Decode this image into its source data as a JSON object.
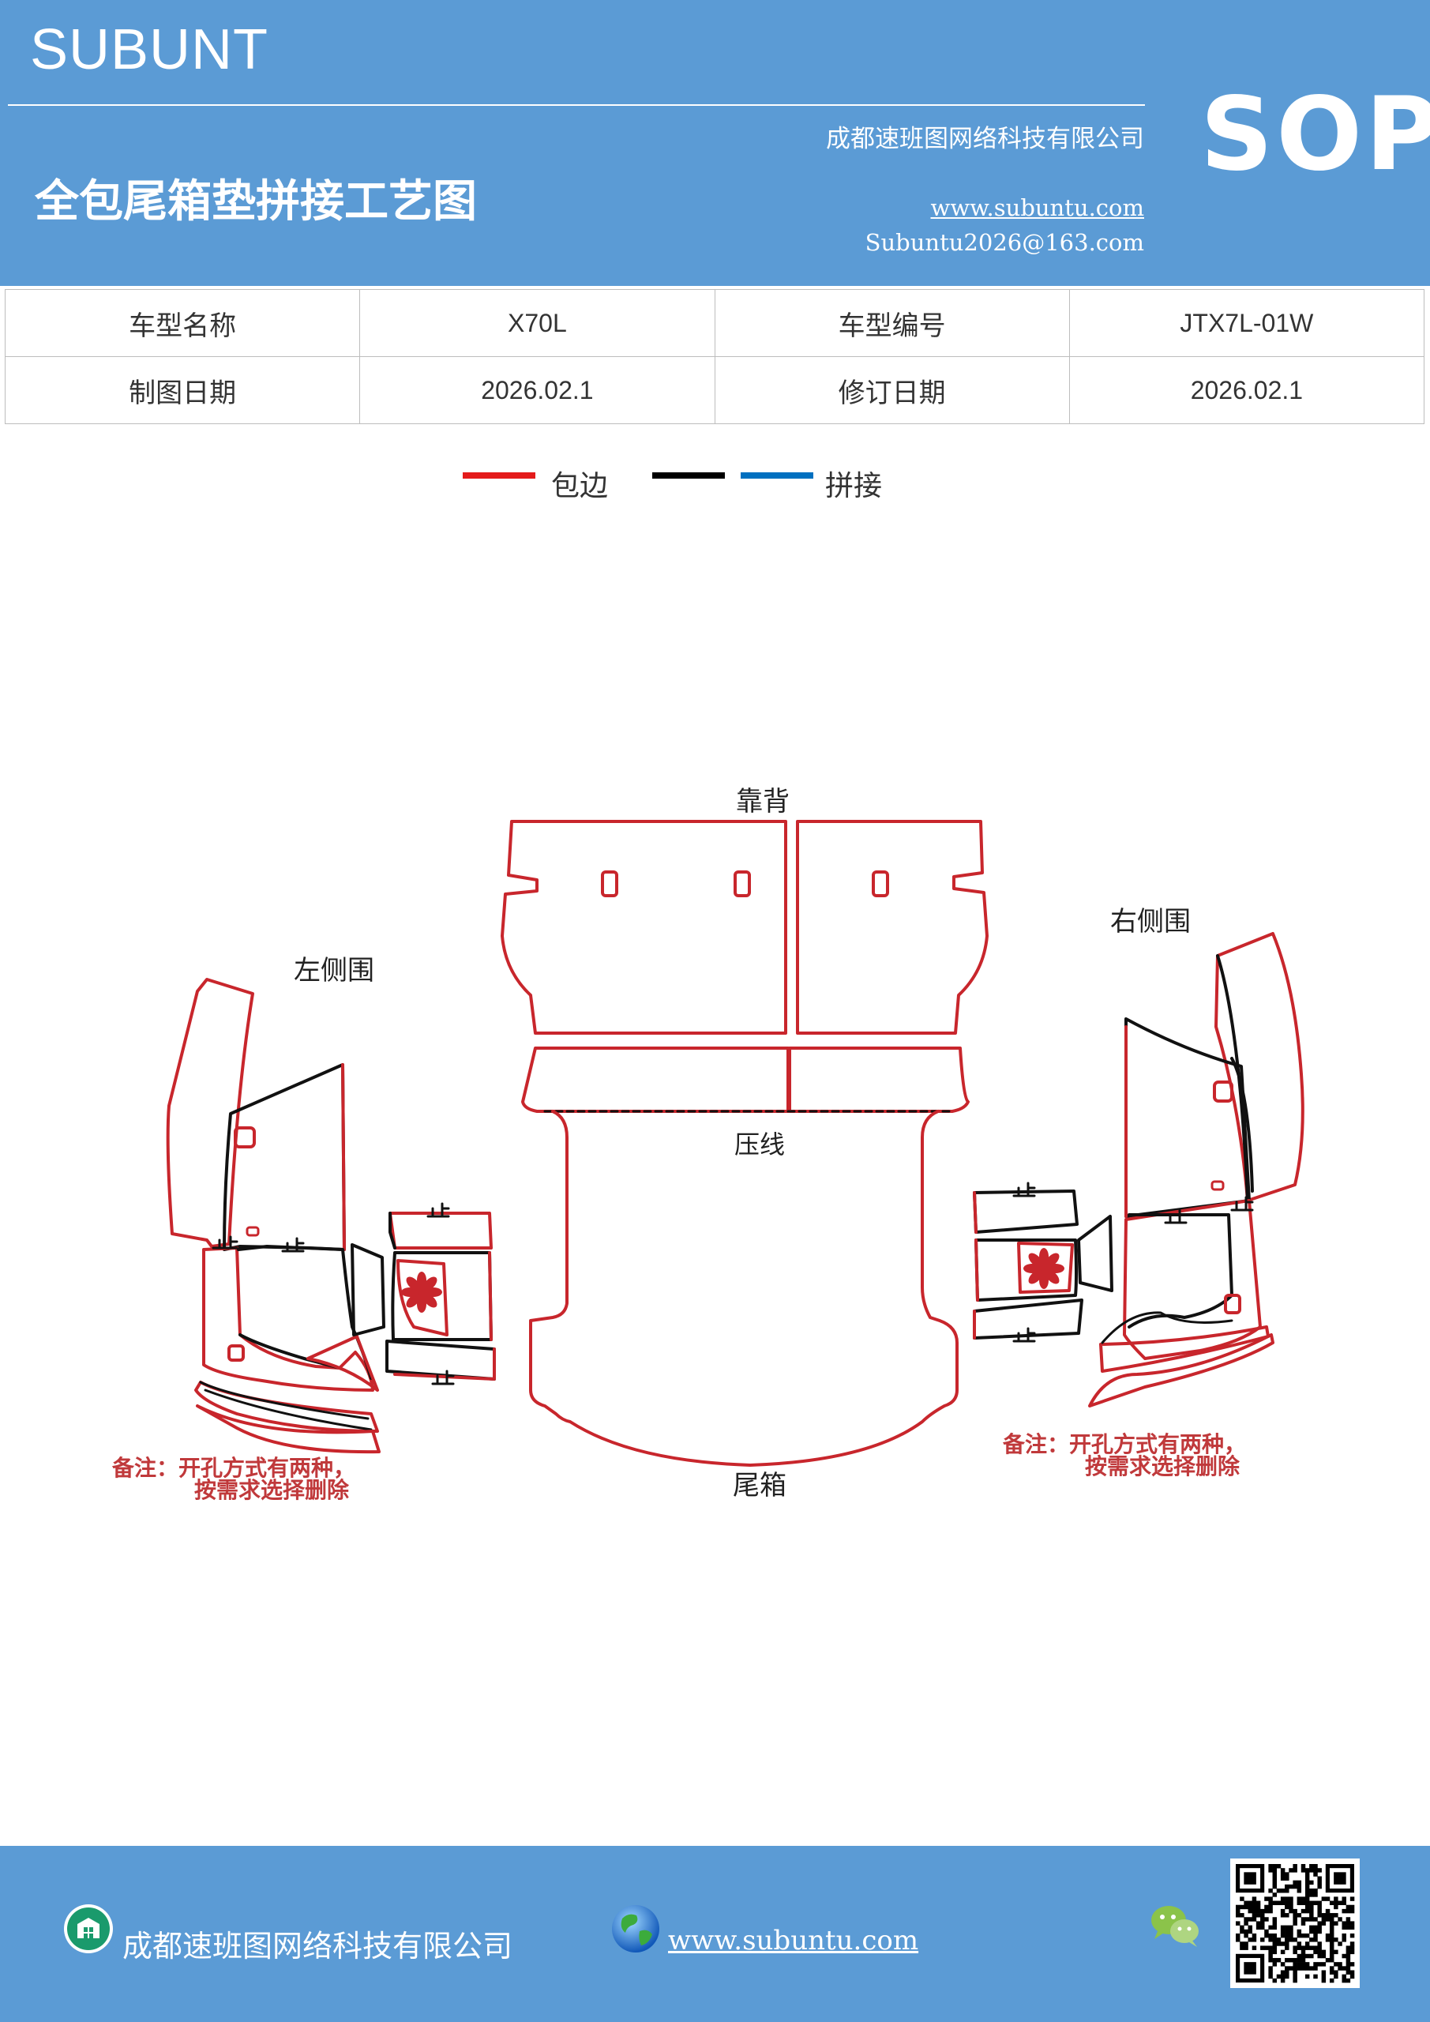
{
  "header": {
    "brand": "SUBUNT",
    "title": "全包尾箱垫拼接工艺图",
    "company": "成都速班图网络科技有限公司",
    "website": "www.subuntu.com",
    "email": "Subuntu2026@163.com",
    "badge": "SOP"
  },
  "info_table": {
    "rows": [
      {
        "label1": "车型名称",
        "value1": "X70L",
        "label2": "车型编号",
        "value2": "JTX7L-01W"
      },
      {
        "label1": "制图日期",
        "value1": "2026.02.1",
        "label2": "修订日期",
        "value2": "2026.02.1"
      }
    ]
  },
  "legend": {
    "items": [
      {
        "label": "包边",
        "color": "#e41b1b"
      },
      {
        "label": "",
        "color": "#000000"
      },
      {
        "label": "拼接",
        "color": "#0070c0"
      }
    ]
  },
  "diagram": {
    "labels": {
      "back": "靠背",
      "left_side": "左侧围",
      "right_side": "右侧围",
      "press_line": "压线",
      "trunk": "尾箱"
    },
    "note_left_line1": "备注：开孔方式有两种，",
    "note_left_line2": "按需求选择删除",
    "note_right_line1": "备注：开孔方式有两种，",
    "note_right_line2": "按需求选择删除",
    "colors": {
      "edge": "#c8262c",
      "seam": "#111111",
      "note": "#c0393b"
    }
  },
  "footer": {
    "company": "成都速班图网络科技有限公司",
    "website": "www.subuntu.com"
  }
}
